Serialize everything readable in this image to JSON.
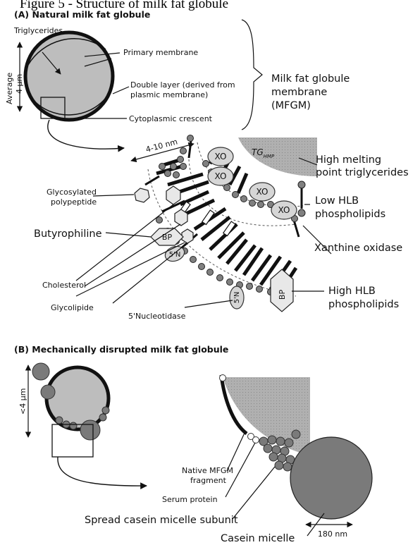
{
  "figure_title": "Figure 5 - Structure of milk fat globule",
  "panel_a": {
    "heading": "(A) Natural milk fat globule",
    "triglycerides": "Triglycerides",
    "primary_membrane": "Primary membrane",
    "double_layer_1": "Double layer (derived from",
    "double_layer_2": "plasmic membrane)",
    "average": "Average",
    "average_size": "4 µm",
    "cytoplasmic_crescent": "Cytoplasmic  crescent",
    "mfgm_1": "Milk fat globule",
    "mfgm_2": "membrane",
    "mfgm_3": "(MFGM)",
    "thickness": "4-10 nm",
    "tg": "TG",
    "tg_sub": "HMP",
    "xo": "XO",
    "high_melting_1": "High melting",
    "high_melting_2": "point triglycerides",
    "glycosylated_1": "Glycosylated",
    "glycosylated_2": "polypeptide",
    "low_hlb_1": "Low HLB",
    "low_hlb_2": "phospholipids",
    "bp": "BP",
    "butyrophiline": "Butyrophiline",
    "xanthine_oxidase": "Xanthine oxidase",
    "sn": "5'N",
    "cholesterol": "Cholesterol",
    "glycolipide": "Glycolipide",
    "high_hlb_1": "High HLB",
    "high_hlb_2": "phospholipids",
    "nucleotidase": "5'Nucleotidase"
  },
  "panel_b": {
    "heading": "(B) Mechanically disrupted milk fat globule",
    "size": "<4 µm",
    "native_1": "Native MFGM",
    "native_2": "fragment",
    "serum_protein": "Serum protein",
    "spread_casein": "Spread casein micelle subunit",
    "casein_micelle": "Casein micelle",
    "micelle_size": "180 nm"
  },
  "colors": {
    "triglyceride_gray": "#bdbdbd",
    "hmp_gray": "#a8a8a8",
    "head_gray": "#808080",
    "casein_gray": "#7a7a7a"
  }
}
